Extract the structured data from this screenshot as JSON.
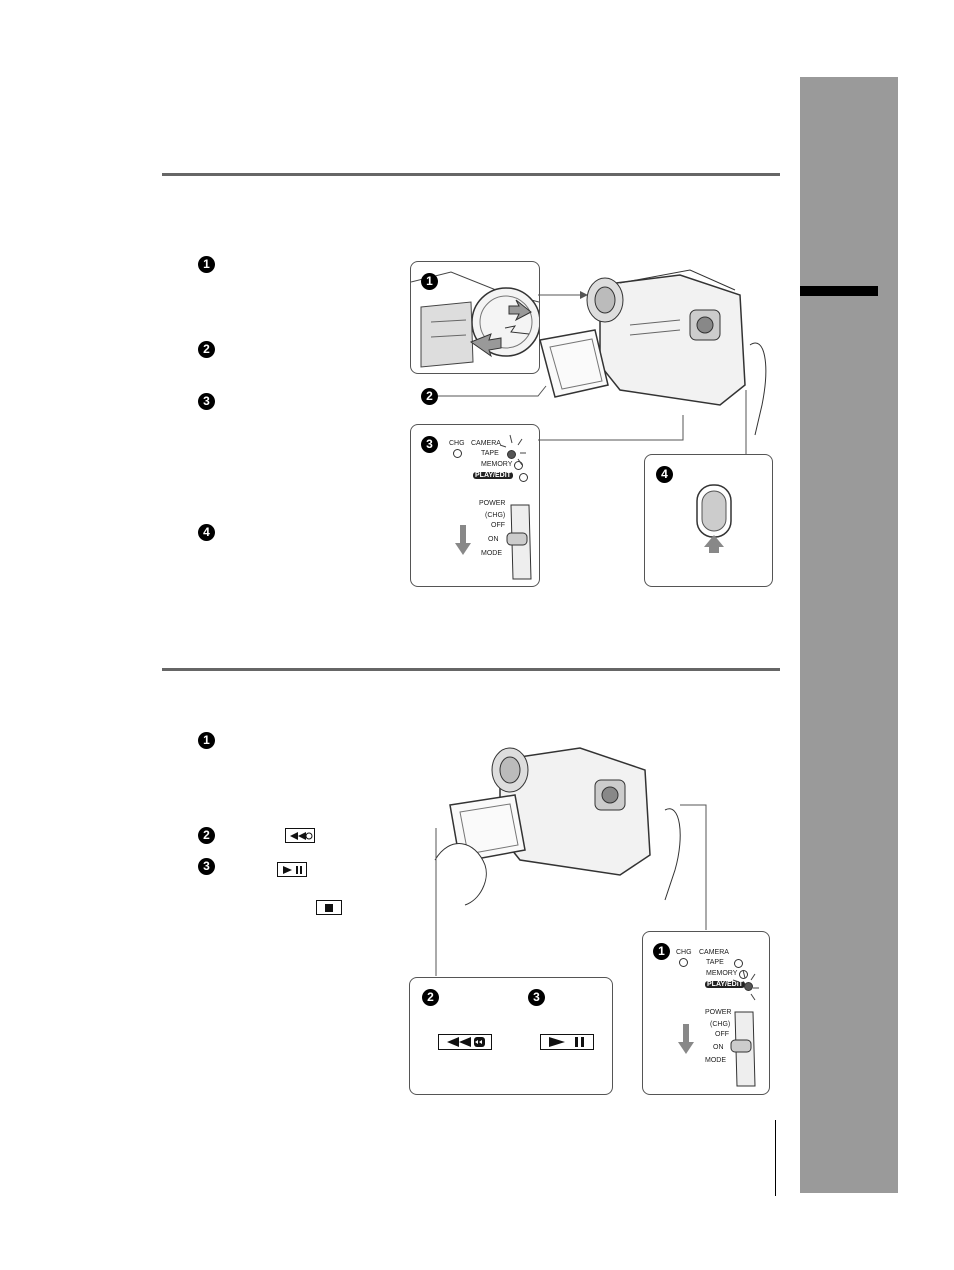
{
  "steps_top": [
    "1",
    "2",
    "3",
    "4"
  ],
  "steps_bottom": [
    "1",
    "2",
    "3"
  ],
  "panel_labels": {
    "chg": "CHG",
    "camera": "CAMERA",
    "tape": "TAPE",
    "memory": "MEMORY",
    "play_edit": "PLAY/EDIT",
    "power": "POWER",
    "chg_paren": "(CHG)",
    "off": "OFF",
    "on": "ON",
    "mode": "MODE"
  },
  "icons": {
    "rewind": "rewind-icon",
    "play_pause": "play-pause-icon",
    "stop": "stop-icon"
  }
}
